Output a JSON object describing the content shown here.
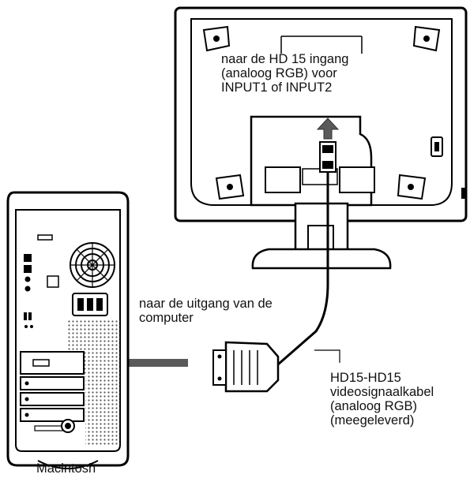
{
  "labels": {
    "monitor_input": [
      "naar de HD 15 ingang",
      "(analoog RGB) voor",
      "INPUT1 of INPUT2"
    ],
    "computer_output": [
      "naar de uitgang van de",
      "computer"
    ],
    "cable": [
      "HD15-HD15",
      "videosignaalkabel",
      "(analoog RGB)",
      "(meegeleverd)"
    ],
    "computer_name": "Macintosh"
  },
  "colors": {
    "line": "#000000",
    "arrow": "#5a5a5a",
    "panel": "#e8e8e8",
    "dots": "#555555"
  }
}
